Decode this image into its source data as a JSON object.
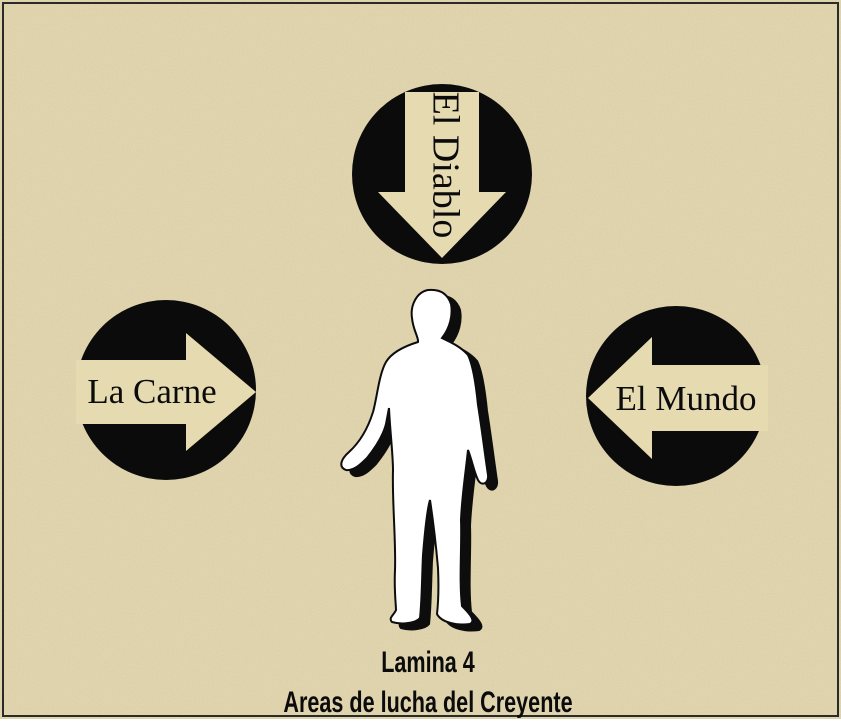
{
  "diagram": {
    "background_color": "#e6dab0",
    "texture_color": "#cdbf8f",
    "ink_color": "#0b0b0b",
    "figure_color": "#ffffff",
    "top_arrow": {
      "label": "El Diablo",
      "direction": "down",
      "icon": "down-arrow-circle-icon"
    },
    "left_arrow": {
      "label": "La Carne",
      "direction": "right",
      "icon": "right-arrow-circle-icon"
    },
    "right_arrow": {
      "label": "El Mundo",
      "direction": "left",
      "icon": "left-arrow-circle-icon"
    },
    "figure": {
      "icon": "human-figure-icon"
    },
    "caption": {
      "title": "Lamina 4",
      "subtitle": "Areas de lucha del Creyente"
    }
  }
}
